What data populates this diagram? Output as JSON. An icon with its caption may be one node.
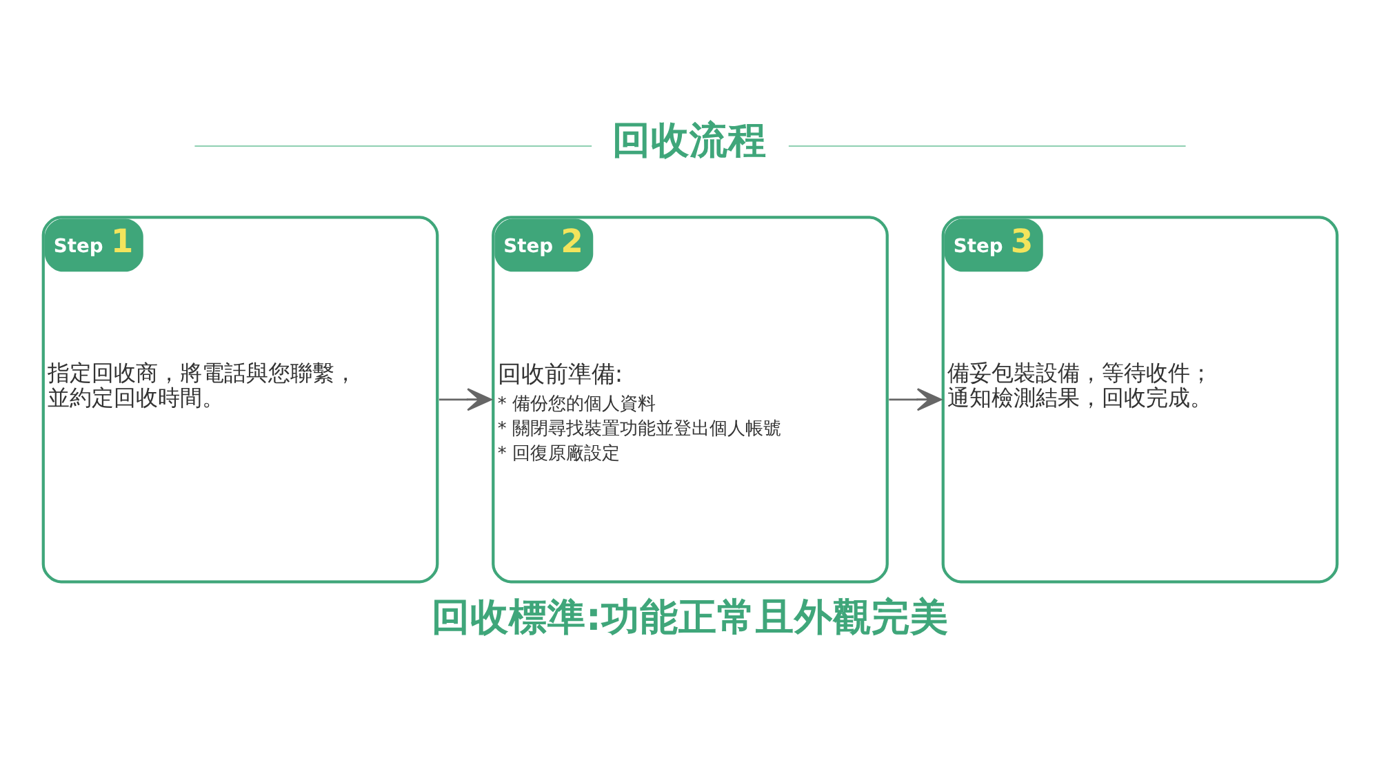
{
  "diagram": {
    "title": "回收流程",
    "caption": "回收標準:功能正常且外觀完美",
    "nodes": [
      {
        "text": [
          "Step 1",
          "指定回收商，將電話與您聯繫，並約定回收時間。"
        ]
      },
      {
        "text": [
          "Step 2",
          "回收前準備:",
          "* 備份您的個人資料",
          "* 關閉尋找裝置功能並登出個人帳號",
          "* 回復原廠設定"
        ]
      },
      {
        "text": [
          "Step 3",
          "備妥包裝設備，等待收件；通知檢測結果，回收完成。"
        ]
      }
    ],
    "edges": [
      {
        "from": 0,
        "to": 1,
        "arrow": "to"
      },
      {
        "from": 1,
        "to": 2,
        "arrow": "to"
      }
    ]
  }
}
